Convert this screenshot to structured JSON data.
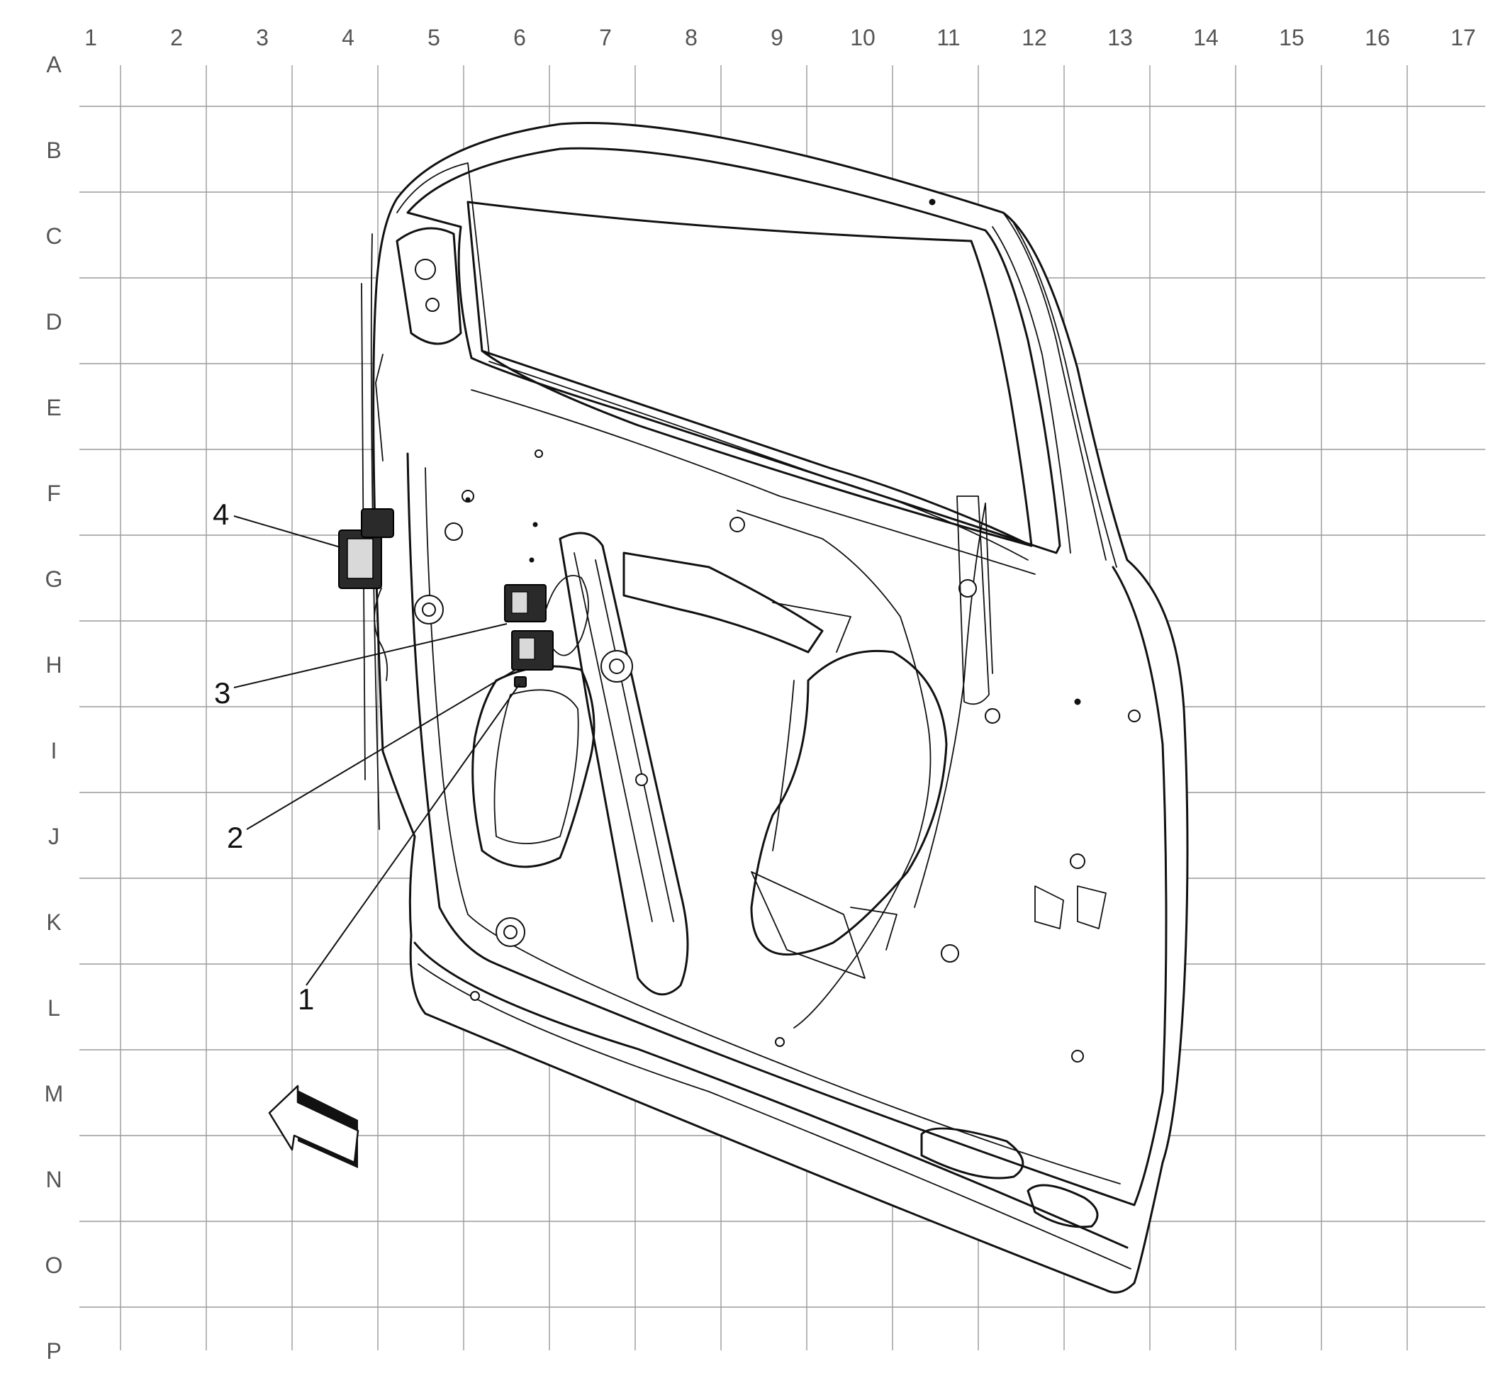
{
  "grid": {
    "columns": [
      "1",
      "2",
      "3",
      "4",
      "5",
      "6",
      "7",
      "8",
      "9",
      "10",
      "11",
      "12",
      "13",
      "14",
      "15",
      "16",
      "17"
    ],
    "rows": [
      "A",
      "B",
      "C",
      "D",
      "E",
      "F",
      "G",
      "H",
      "I",
      "J",
      "K",
      "L",
      "M",
      "N",
      "O",
      "P"
    ]
  },
  "callouts": [
    {
      "id": "1",
      "label": "1"
    },
    {
      "id": "2",
      "label": "2"
    },
    {
      "id": "3",
      "label": "3"
    },
    {
      "id": "4",
      "label": "4"
    }
  ],
  "colors": {
    "grid": "#9a9a9a",
    "labels": "#555555",
    "drawing": "#111111"
  },
  "icons": {
    "direction": "front-direction-arrow-icon"
  }
}
